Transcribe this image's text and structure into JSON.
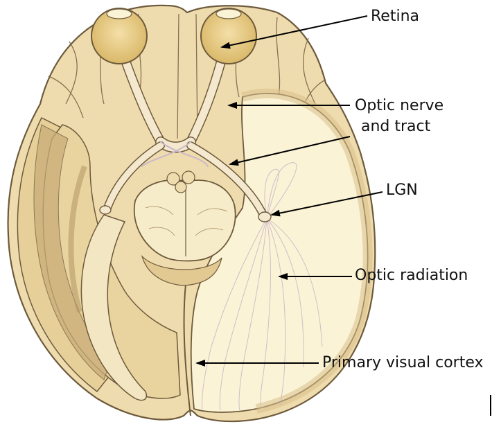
{
  "labels": {
    "retina": "Retina",
    "optic_nerve_line1": "Optic nerve",
    "optic_nerve_line2": "and tract",
    "lgn": "LGN",
    "optic_radiation": "Optic radiation",
    "primary_visual_cortex": "Primary visual cortex"
  },
  "colors": {
    "tissue": "#efdcae",
    "tissue_light": "#f7ecc9",
    "white_matter": "#fbf3d6",
    "outline": "#6d5a3c",
    "shade": "#d8be85",
    "fibers": "#cbb8c8",
    "arrow": "#000000"
  }
}
